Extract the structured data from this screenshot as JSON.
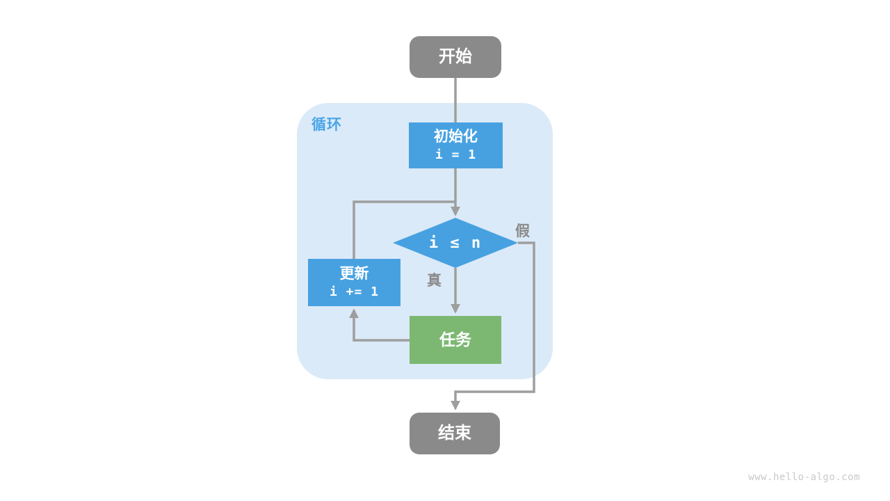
{
  "diagram": {
    "loop_container": {
      "label": "循环"
    },
    "nodes": {
      "start": {
        "label": "开始"
      },
      "init": {
        "line1": "初始化",
        "line2": "i = 1"
      },
      "condition": {
        "label": "i ≤ n"
      },
      "update": {
        "line1": "更新",
        "line2": "i += 1"
      },
      "task": {
        "label": "任务"
      },
      "end": {
        "label": "结束"
      }
    },
    "edge_labels": {
      "true": "真",
      "false": "假"
    },
    "watermark": "www.hello-algo.com"
  },
  "colors": {
    "node-gray": "#8a8a8a",
    "node-blue": "#47a1e1",
    "node-green": "#7db873",
    "container-blue": "#dbeaf8",
    "line-gray": "#9e9e9e",
    "label-gray": "#8a8a8a",
    "loop-label-blue": "#4ba5e8",
    "watermark-gray": "#c9c9c9"
  }
}
